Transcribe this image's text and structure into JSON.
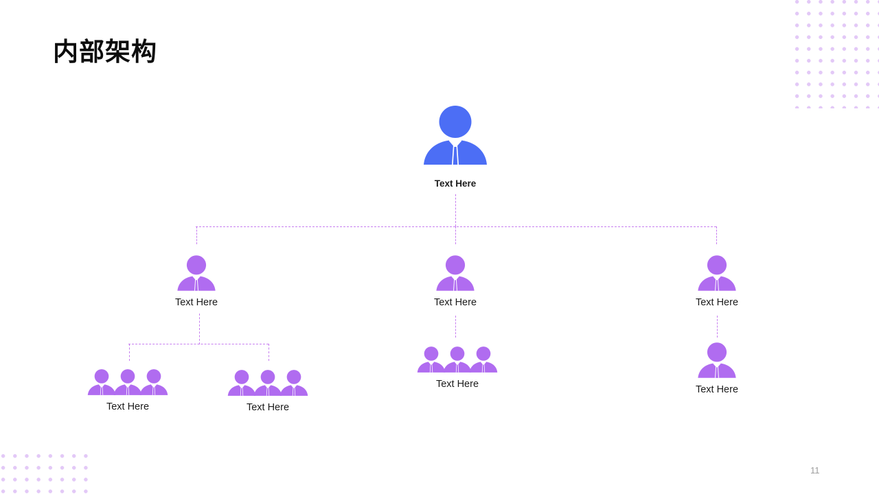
{
  "slide": {
    "title": "内部架构",
    "page_number": "11",
    "background_color": "#ffffff",
    "decor": {
      "dot_color": "#e3c9f7",
      "top_right_dots": "dot-grid-pattern",
      "bottom_left_dots": "dot-grid-pattern"
    }
  },
  "colors": {
    "executive_blue": "#4c6ef5",
    "member_purple": "#b06cf0",
    "connector_purple": "#c77ef0",
    "title_text": "#0d0d0d",
    "label_text": "#1b1b1b",
    "page_number_text": "#9d9d9d"
  },
  "chart_data": {
    "type": "diagram",
    "subtype": "organization-chart",
    "title": "内部架构",
    "levels": 3,
    "nodes": [
      {
        "id": "root",
        "level": 0,
        "label": "Text Here",
        "icon": "single-businessperson-icon",
        "color": "#4c6ef5",
        "emphasis": "bold",
        "children": [
          "dept-left",
          "dept-center",
          "dept-right"
        ]
      },
      {
        "id": "dept-left",
        "level": 1,
        "label": "Text Here",
        "icon": "single-businessperson-icon",
        "color": "#b06cf0",
        "emphasis": "regular",
        "children": [
          "team-left-a",
          "team-left-b"
        ]
      },
      {
        "id": "dept-center",
        "level": 1,
        "label": "Text Here",
        "icon": "single-businessperson-icon",
        "color": "#b06cf0",
        "emphasis": "regular",
        "children": [
          "team-center"
        ]
      },
      {
        "id": "dept-right",
        "level": 1,
        "label": "Text Here",
        "icon": "single-businessperson-icon",
        "color": "#b06cf0",
        "emphasis": "regular",
        "children": [
          "team-right"
        ]
      },
      {
        "id": "team-left-a",
        "level": 2,
        "label": "Text Here",
        "icon": "group-three-people-icon",
        "color": "#b06cf0",
        "emphasis": "regular",
        "children": []
      },
      {
        "id": "team-left-b",
        "level": 2,
        "label": "Text Here",
        "icon": "group-three-people-icon",
        "color": "#b06cf0",
        "emphasis": "regular",
        "children": []
      },
      {
        "id": "team-center",
        "level": 2,
        "label": "Text Here",
        "icon": "group-three-people-icon",
        "color": "#b06cf0",
        "emphasis": "regular",
        "children": []
      },
      {
        "id": "team-right",
        "level": 2,
        "label": "Text Here",
        "icon": "single-businessperson-icon",
        "color": "#b06cf0",
        "emphasis": "regular",
        "children": []
      }
    ],
    "edges": [
      {
        "from": "root",
        "to": "dept-left",
        "style": "dashed"
      },
      {
        "from": "root",
        "to": "dept-center",
        "style": "dashed"
      },
      {
        "from": "root",
        "to": "dept-right",
        "style": "dashed"
      },
      {
        "from": "dept-left",
        "to": "team-left-a",
        "style": "dashed"
      },
      {
        "from": "dept-left",
        "to": "team-left-b",
        "style": "dashed"
      },
      {
        "from": "dept-center",
        "to": "team-center",
        "style": "dashed"
      },
      {
        "from": "dept-right",
        "to": "team-right",
        "style": "dashed"
      }
    ],
    "legend": null,
    "grid": false
  }
}
